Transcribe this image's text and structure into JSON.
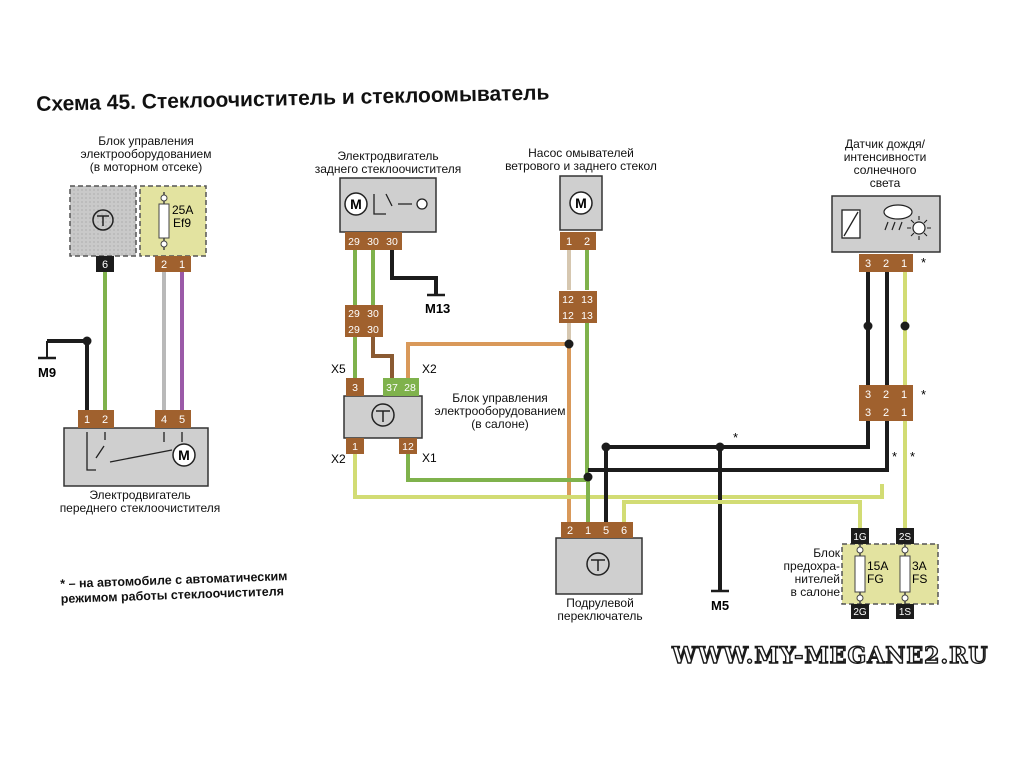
{
  "title": {
    "prefix": "Схема ",
    "number": "45",
    "text": ". Стеклоочиститель и стеклоомыватель"
  },
  "blocks": {
    "bcm_engine": {
      "label": "Блок управления\nэлектрооборудованием\n(в моторном отсеке)",
      "pin": "6",
      "fuse_rating": "25A",
      "fuse_id": "Ef9",
      "fuse_pins": [
        "2",
        "1"
      ]
    },
    "rear_motor": {
      "label": "Электродвигатель\nзаднего стеклоочистителя",
      "pins": [
        "29",
        "30",
        "30"
      ],
      "motor": "M"
    },
    "washer_pump": {
      "label": "Насос омывателей\nветрового и заднего стекол",
      "pins": [
        "1",
        "2"
      ],
      "motor": "M"
    },
    "rain_sensor": {
      "label": "Датчик дождя/\nинтенсивности\nсолнечного\nсвета",
      "pins": [
        "3",
        "2",
        "1"
      ]
    },
    "front_motor": {
      "label": "Электродвигатель\nпереднего стеклоочистителя",
      "pins": [
        "1",
        "2",
        "4",
        "5"
      ],
      "motor": "M"
    },
    "bcm_cabin": {
      "label": "Блок управления\nэлектрооборудованием\n(в салоне)",
      "pins_top": [
        "3",
        "37",
        "28"
      ],
      "pins_bottom": [
        "1",
        "12"
      ],
      "connectors": [
        "X5",
        "X2",
        "X2",
        "X1"
      ]
    },
    "stalk": {
      "label": "Подрулевой\nпереключатель",
      "pins": [
        "2",
        "1",
        "5",
        "6"
      ]
    },
    "cabin_fuses": {
      "label": "Блок\nпредохра-\nнителей\nв салоне",
      "fuses": [
        {
          "rating": "15A",
          "id": "FG",
          "pin_top": "1G",
          "pin_bottom": "2G"
        },
        {
          "rating": "3A",
          "id": "FS",
          "pin_top": "2S",
          "pin_bottom": "1S"
        }
      ]
    }
  },
  "connectors": {
    "rear_pair": [
      "29",
      "30",
      "29",
      "30"
    ],
    "pump_pair": [
      "12",
      "13",
      "12",
      "13"
    ],
    "sensor_pair": [
      "3",
      "2",
      "1",
      "3",
      "2",
      "1"
    ]
  },
  "grounds": {
    "m9": "M9",
    "m13": "M13",
    "m5": "M5"
  },
  "asterisk": "*",
  "footnote": "* – на автомобиле с автоматическим\nрежимом работы стеклоочистителя",
  "watermark": "WWW.MY-MEGANE2.RU",
  "colors": {
    "green": "#7fb24c",
    "yellow": "#d2dc74",
    "gray": "#b9b9b9",
    "violet": "#9b5aa8",
    "black": "#1c1c1c",
    "orange": "#d9995a",
    "beige": "#d6c7b0",
    "brown": "#8a5a32",
    "block": "#cfcfcf",
    "connector": "#a0612e",
    "fusebox": "#e3e3a0"
  }
}
